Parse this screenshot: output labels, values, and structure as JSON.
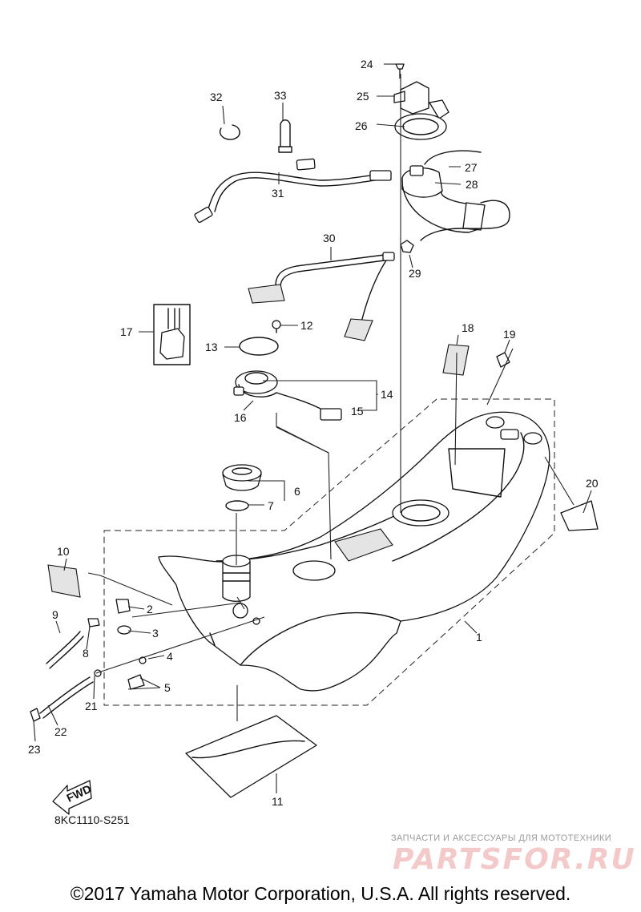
{
  "diagram": {
    "code": "8KC1110-S251",
    "fwd_label": "FWD",
    "copyright": "©2017 Yamaha Motor Corporation, U.S.A. All rights reserved.",
    "watermark_tagline": "ЗАПЧАСТИ И АКСЕССУАРЫ ДЛЯ МОТОТЕХНИКИ",
    "watermark_logo": "PARTSFOR.RU"
  },
  "callouts": [
    "1",
    "2",
    "3",
    "4",
    "5",
    "6",
    "7",
    "8",
    "9",
    "10",
    "11",
    "12",
    "13",
    "14",
    "15",
    "16",
    "17",
    "18",
    "19",
    "20",
    "21",
    "22",
    "23",
    "24",
    "25",
    "26",
    "27",
    "28",
    "29",
    "30",
    "31",
    "32",
    "33"
  ]
}
